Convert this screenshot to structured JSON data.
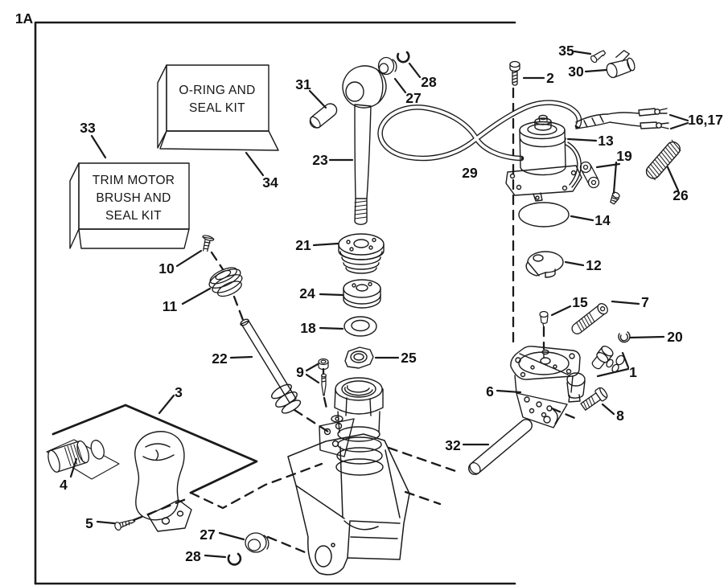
{
  "figure_label": "1A",
  "boxes": {
    "oring_kit": {
      "line1": "O-RING AND",
      "line2": "SEAL KIT"
    },
    "trim_kit": {
      "line1": "TRIM MOTOR",
      "line2": "BRUSH AND",
      "line3": "SEAL KIT"
    }
  },
  "callouts": {
    "n1": "1",
    "n2": "2",
    "n3": "3",
    "n4": "4",
    "n5": "5",
    "n6": "6",
    "n7": "7",
    "n8": "8",
    "n9": "9",
    "n10": "10",
    "n11": "11",
    "n12": "12",
    "n13": "13",
    "n14": "14",
    "n15": "15",
    "n16_17": "16,17",
    "n18": "18",
    "n19": "19",
    "n20": "20",
    "n21": "21",
    "n22": "22",
    "n23": "23",
    "n24": "24",
    "n25": "25",
    "n26": "26",
    "n27_top": "27",
    "n27_bottom": "27",
    "n28_top": "28",
    "n28_bottom": "28",
    "n29": "29",
    "n30": "30",
    "n31": "31",
    "n32": "32",
    "n33": "33",
    "n34": "34",
    "n35": "35"
  },
  "colors": {
    "line": "#1a1a1a",
    "background": "#ffffff"
  }
}
